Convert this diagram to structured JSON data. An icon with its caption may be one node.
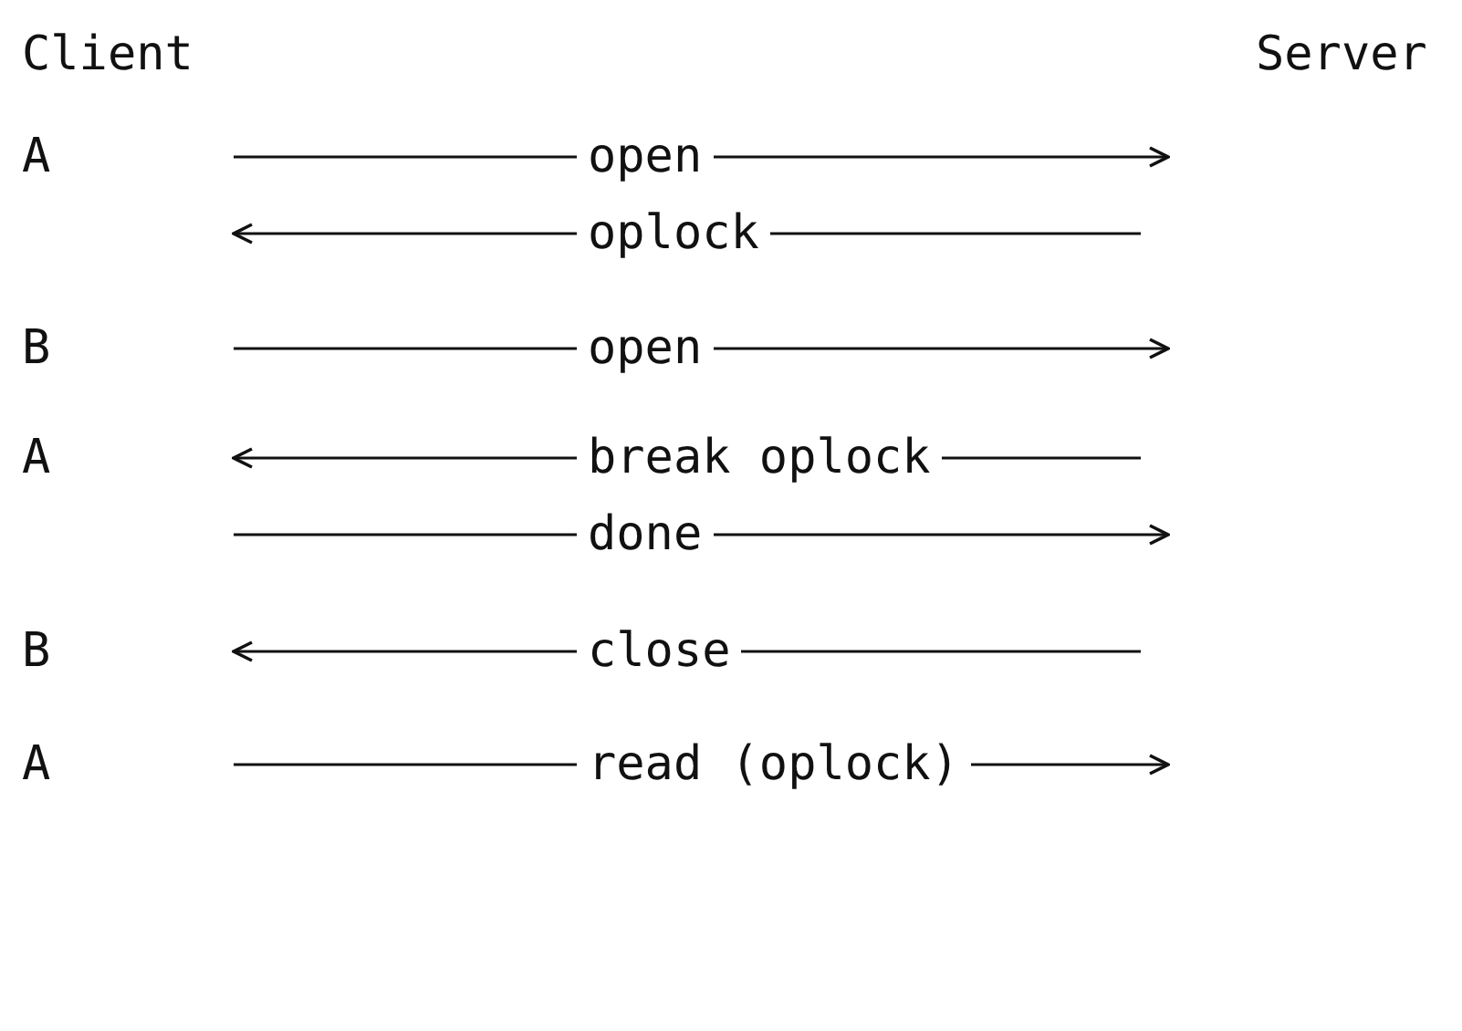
{
  "diagram": {
    "nodes": [
      {
        "text": [
          "Client"
        ]
      },
      {
        "text": [
          "Server"
        ]
      }
    ],
    "labels": [
      "A",
      "open",
      "oplock",
      "B",
      "open",
      "A",
      "break oplock",
      "done",
      "B",
      "close",
      "A",
      "read (oplock)"
    ]
  }
}
